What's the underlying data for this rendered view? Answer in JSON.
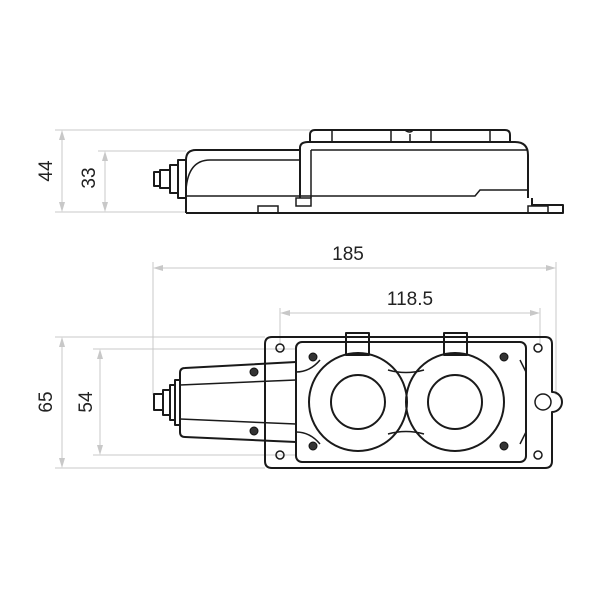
{
  "dimensions": {
    "side_total_height": "44",
    "side_body_height": "33",
    "overall_length": "185",
    "mount_length": "118.5",
    "top_total_width": "65",
    "top_body_width": "54"
  }
}
